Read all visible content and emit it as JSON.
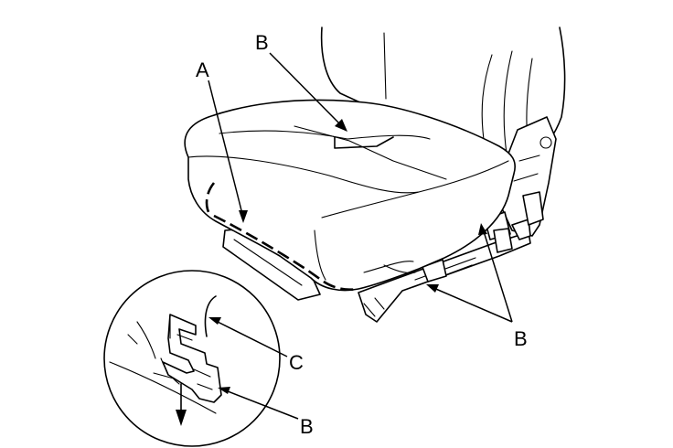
{
  "labels": {
    "a_top": "A",
    "b_top": "B",
    "b_right": "B",
    "c_detail": "C",
    "b_detail": "B"
  },
  "colors": {
    "line": "#000000",
    "background": "#ffffff"
  }
}
